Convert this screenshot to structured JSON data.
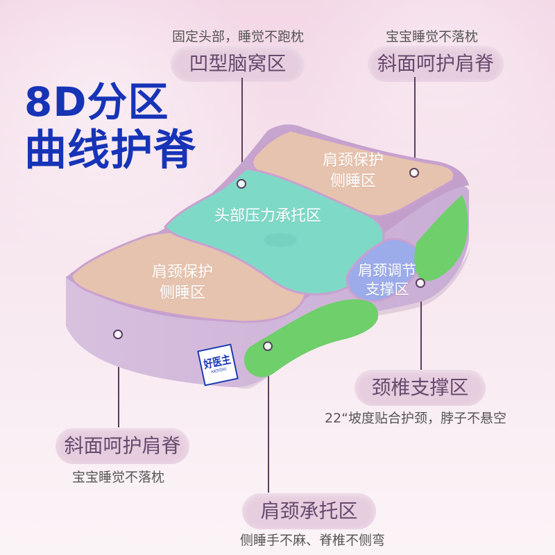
{
  "title": {
    "line1": "8D分区",
    "line2": "曲线护脊"
  },
  "annotations": {
    "top_left_caption": "固定头部，睡觉不跑枕",
    "top_left_pill": "凹型脑窝区",
    "top_right_caption": "宝宝睡觉不落枕",
    "top_right_pill": "斜面呵护肩脊",
    "left_mid_pill": "斜面呵护肩脊",
    "left_mid_caption": "宝宝睡觉不落枕",
    "right_mid_pill": "颈椎支撑区",
    "right_mid_caption": "22“坡度贴合护颈，脖子不悬空",
    "bottom_pill": "肩颈承托区",
    "bottom_caption": "侧睡手不麻、脊椎不侧弯"
  },
  "zones": {
    "top_right_zone": "肩颈保护\n侧睡区",
    "center_zone": "头部压力承托区",
    "left_zone": "肩颈保护\n侧睡区",
    "right_zone": "肩颈调节\n支撑区"
  },
  "brand": {
    "main": "好医主",
    "sub": "HAOYIZHU"
  },
  "colors": {
    "title": "#1734b7",
    "pill_bg": "#e7cedf",
    "pill_text": "#66496d",
    "pillow_body": "#d8b8db",
    "pillow_top": "#c9a7d0",
    "peach_zone": "#ebc5ad",
    "teal_zone": "#80dcc8",
    "blue_zone": "#9da9ea",
    "green_zone": "#6fcf6b"
  },
  "icons": {
    "marker_icon": "circle-dot-icon"
  }
}
